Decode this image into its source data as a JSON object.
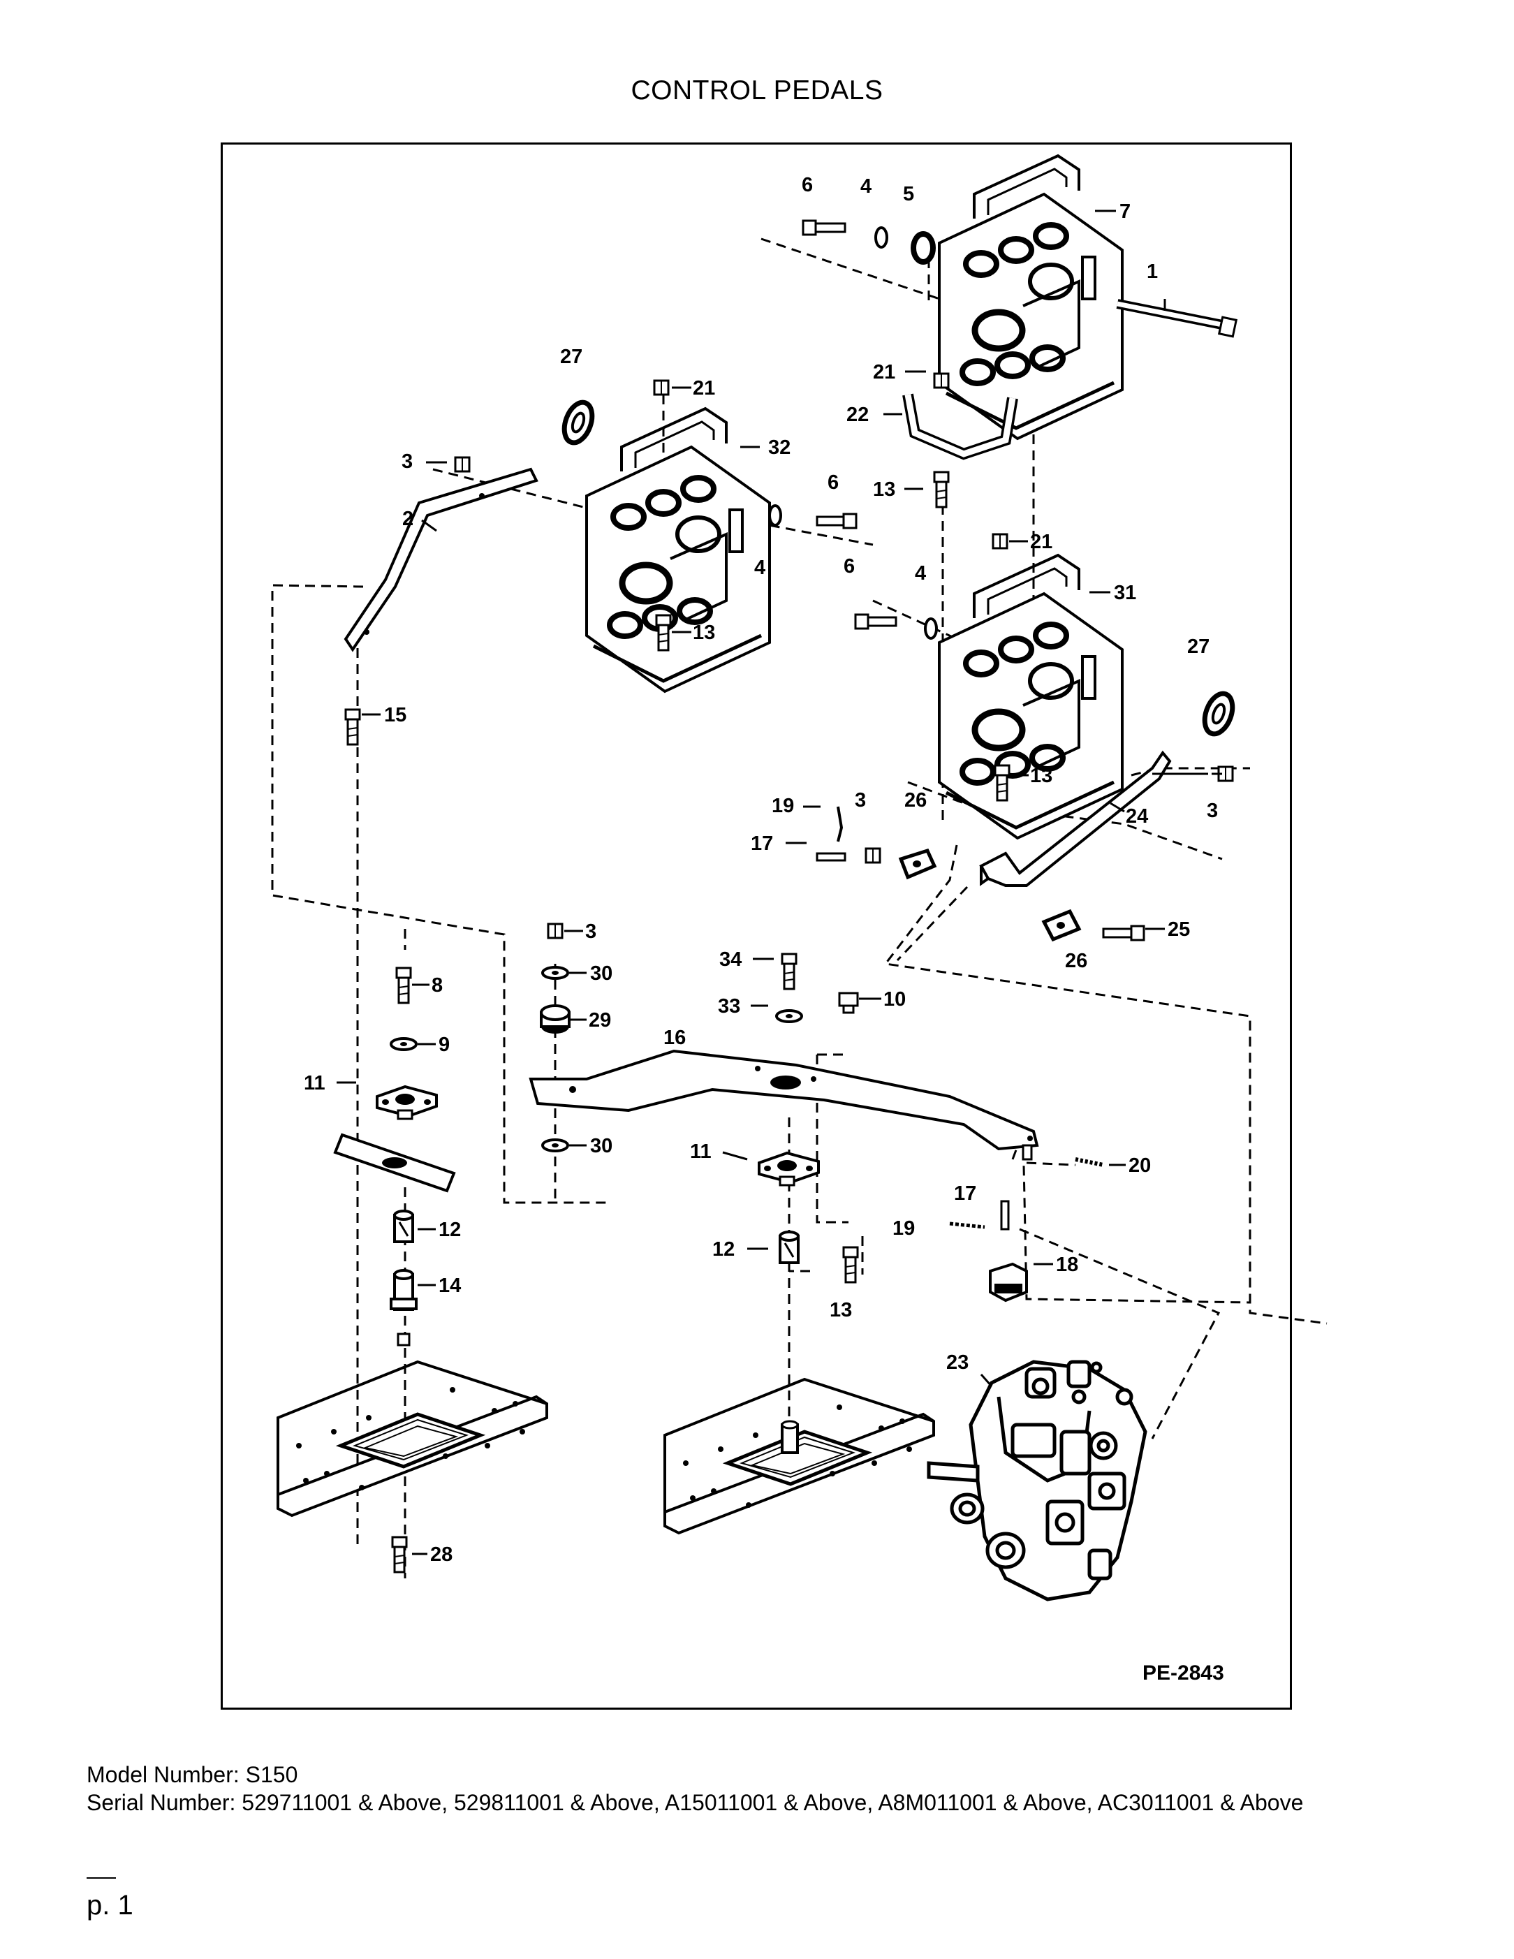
{
  "title": "CONTROL PEDALS",
  "figure_id": "PE-2843",
  "footer": {
    "model_label": "Model Number:",
    "model_value": "S150",
    "serial_label": "Serial Number:",
    "serial_value": "529711001 & Above, 529811001 & Above, A15011001 & Above, A8M011001 & Above, AC3011001 & Above"
  },
  "page": "p. 1",
  "callouts": [
    "6",
    "4",
    "5",
    "7",
    "1",
    "27",
    "21",
    "32",
    "21",
    "22",
    "3",
    "6",
    "13",
    "2",
    "4",
    "21",
    "6",
    "4",
    "31",
    "27",
    "13",
    "15",
    "13",
    "19",
    "3",
    "26",
    "17",
    "24",
    "3",
    "3",
    "25",
    "26",
    "30",
    "34",
    "8",
    "10",
    "29",
    "33",
    "16",
    "9",
    "11",
    "30",
    "20",
    "11",
    "17",
    "12",
    "19",
    "14",
    "12",
    "18",
    "13",
    "23",
    "28"
  ],
  "icons": [
    "pedal-assembly-icon",
    "pedal-link-bar-icon",
    "pedal-bracket-icon",
    "main-link-bar-icon",
    "floor-plate-icon",
    "control-valve-icon",
    "bolt-icon",
    "nut-icon",
    "washer-icon",
    "bushing-icon",
    "pivot-plate-icon",
    "rubber-stop-icon"
  ]
}
